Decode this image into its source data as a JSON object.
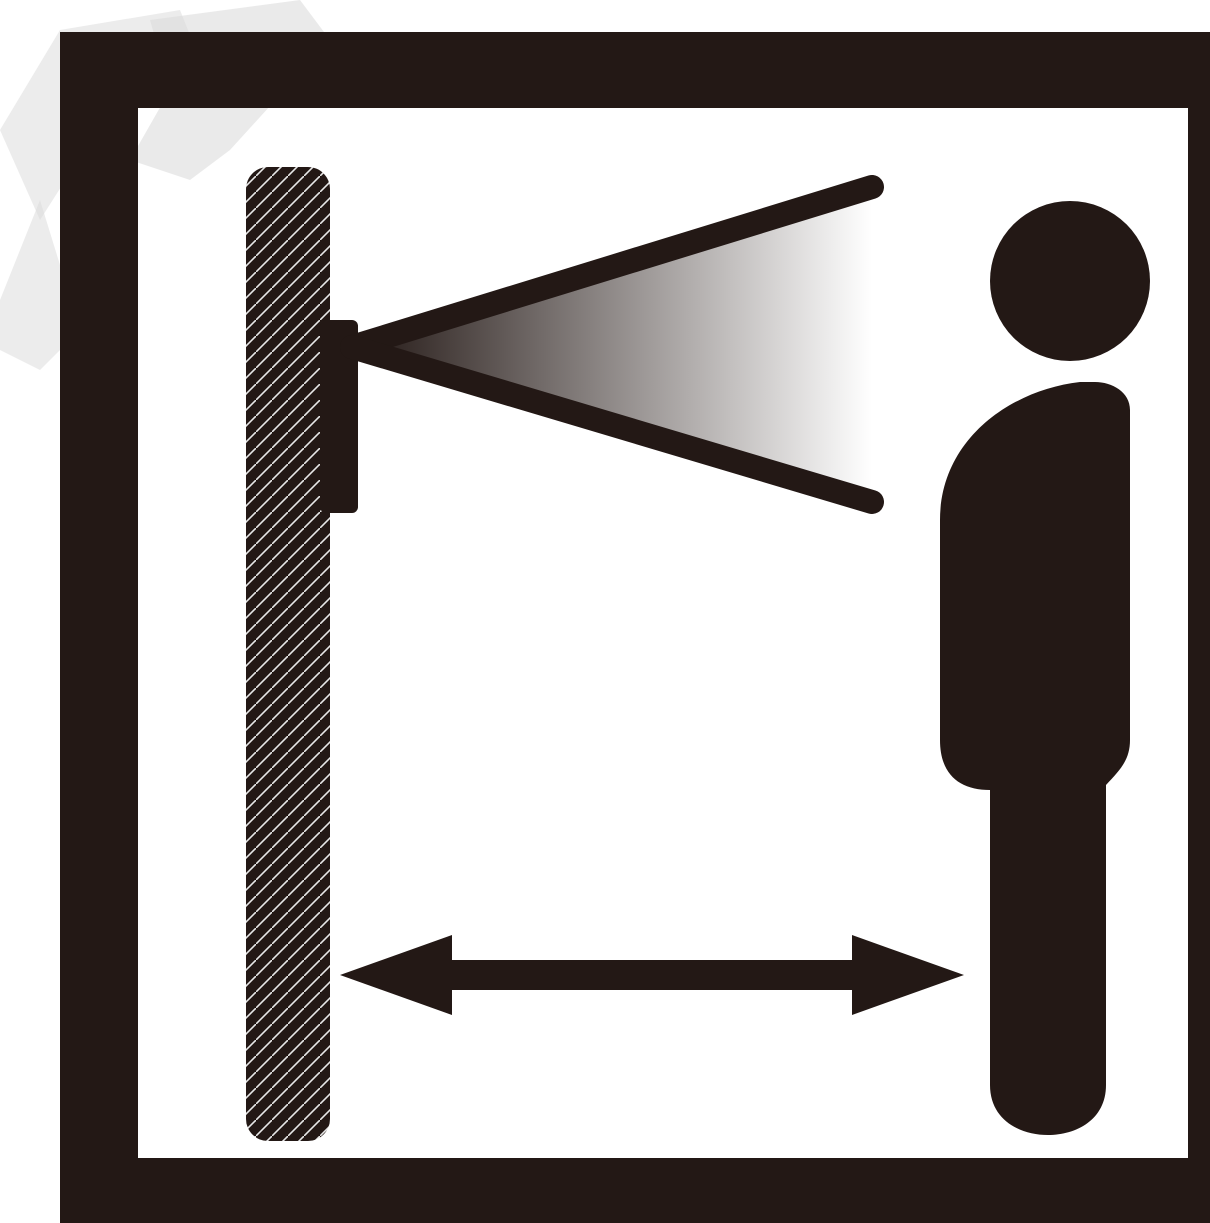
{
  "diagram": {
    "elements": [
      "watermark-shape",
      "outer-frame",
      "wall",
      "camera-device",
      "field-of-view-cone",
      "person-icon",
      "distance-arrow"
    ],
    "colors": {
      "ink": "#231815",
      "background": "#ffffff",
      "watermark": "#dcdcdc",
      "hatch": "#e8e8e8"
    },
    "icons": {
      "person": "person-icon",
      "camera": "camera-icon",
      "distance": "double-arrow-icon"
    }
  }
}
